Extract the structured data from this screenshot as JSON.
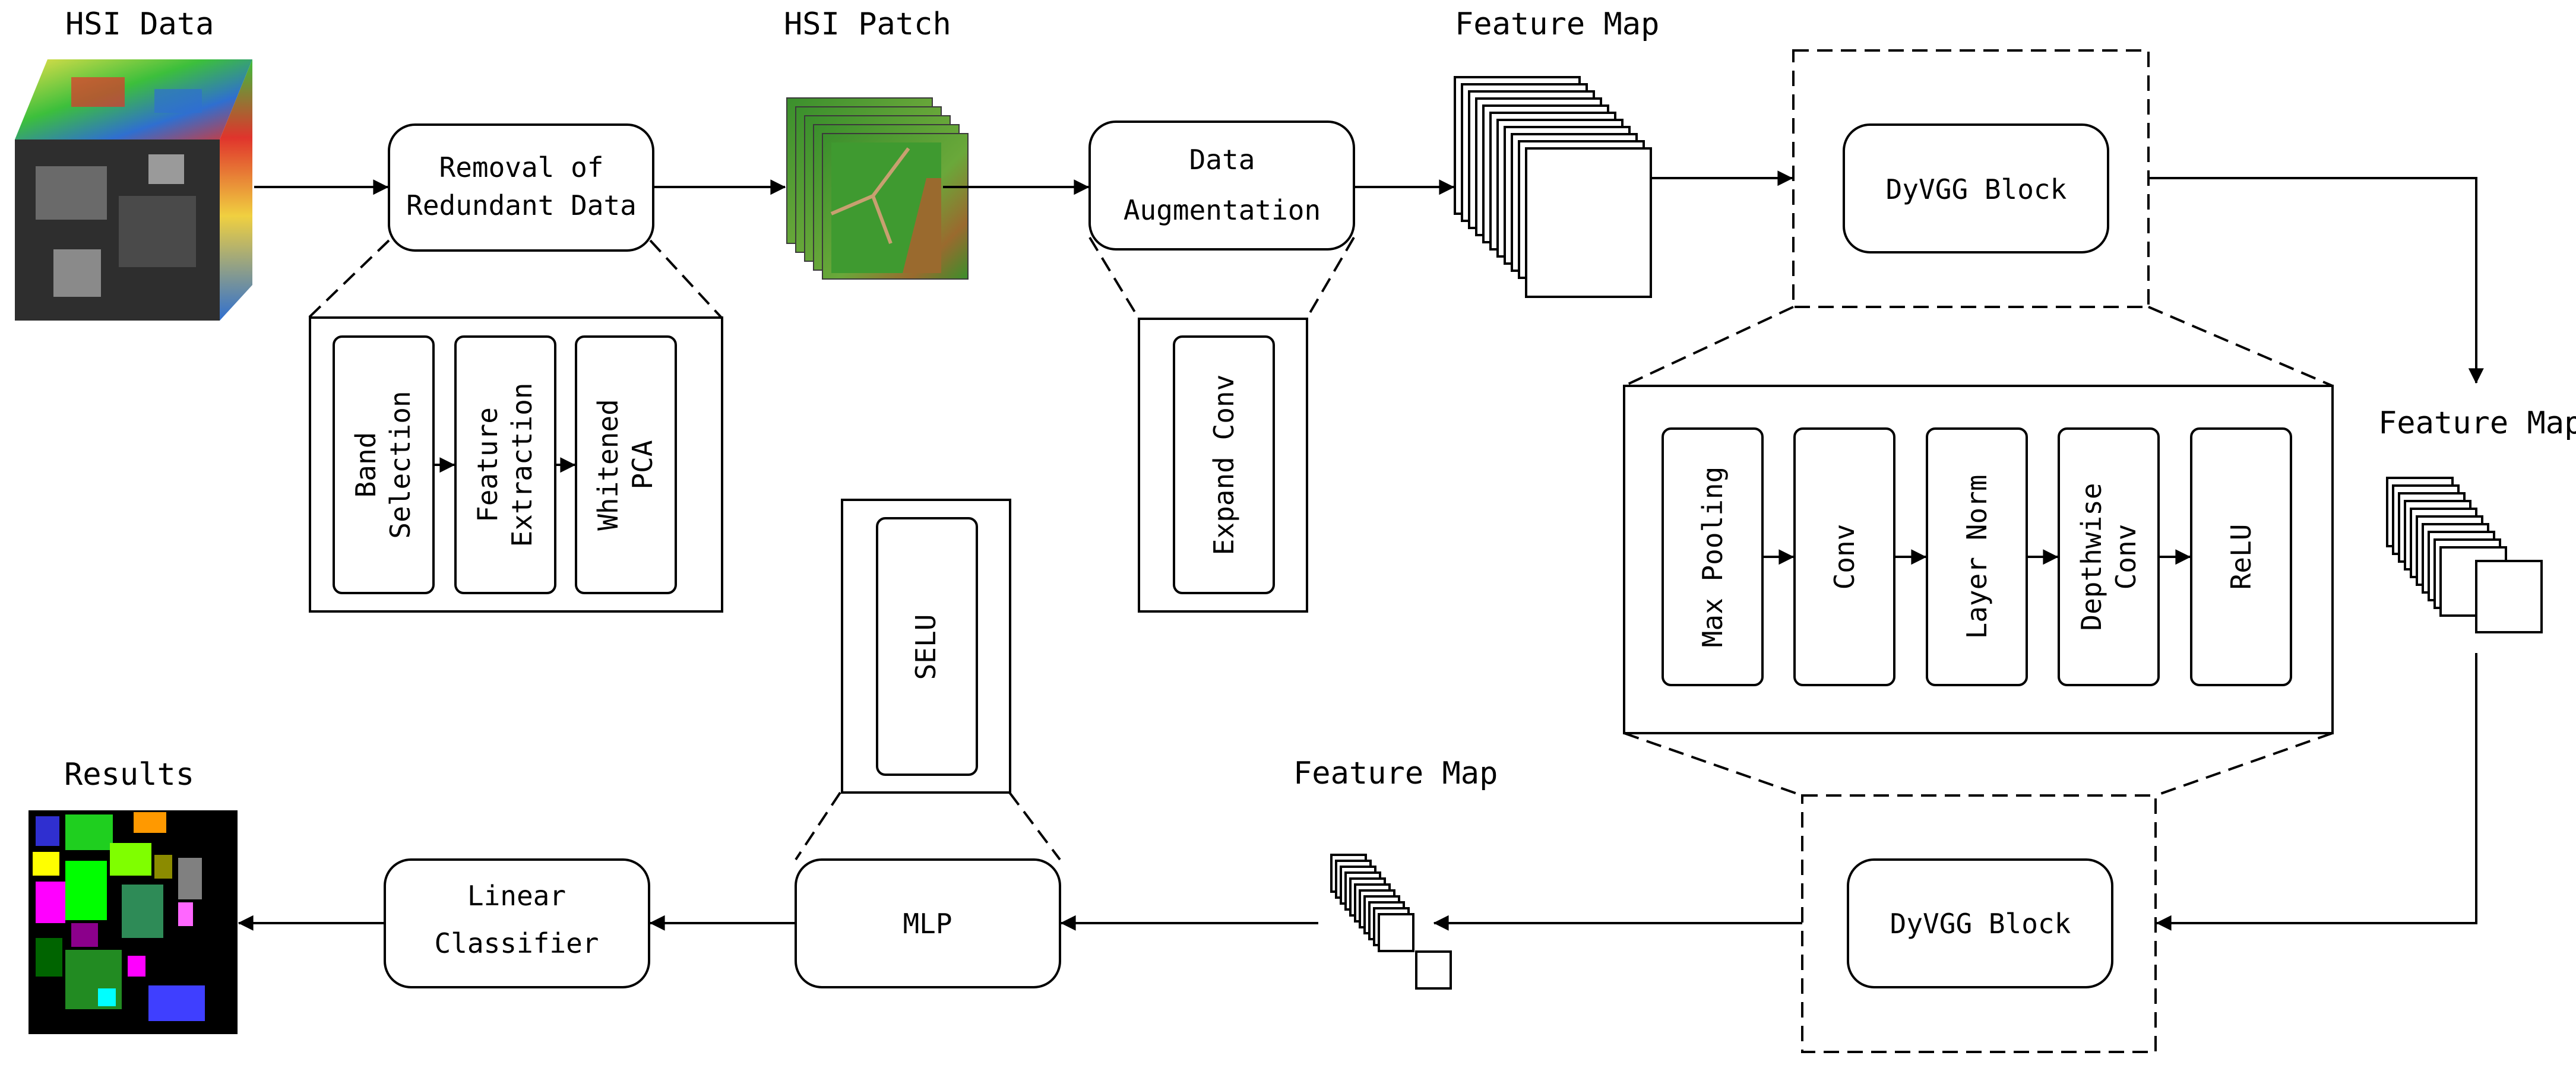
{
  "labels": {
    "hsi_data": "HSI Data",
    "hsi_patch": "HSI Patch",
    "feature_map_1": "Feature Map",
    "feature_map_2": "Feature Map",
    "feature_map_3": "Feature Map",
    "results": "Results"
  },
  "nodes": {
    "removal_line1": "Removal of",
    "removal_line2": "Redundant Data",
    "augment_line1": "Data",
    "augment_line2": "Augmentation",
    "dyvgg_top": "DyVGG Block",
    "dyvgg_bottom": "DyVGG Block",
    "mlp": "MLP",
    "linear_line1": "Linear",
    "linear_line2": "Classifier"
  },
  "removal_steps": [
    {
      "line1": "Band",
      "line2": "Selection"
    },
    {
      "line1": "Feature",
      "line2": "Extraction"
    },
    {
      "line1": "Whitened",
      "line2": "PCA"
    }
  ],
  "expand": {
    "label": "Expand Conv"
  },
  "dyvgg_steps": [
    {
      "line1": "Max Pooling",
      "line2": ""
    },
    {
      "line1": "Conv",
      "line2": ""
    },
    {
      "line1": "Layer Norm",
      "line2": ""
    },
    {
      "line1": "Depthwise",
      "line2": "Conv"
    },
    {
      "line1": "ReLU",
      "line2": ""
    }
  ],
  "mlp_detail": {
    "label": "SELU"
  },
  "colors": {
    "stroke": "#000000",
    "background": "#ffffff",
    "hsi_cube_top": "#3cbf3c",
    "hsi_cube_side": "#e0342c",
    "hsi_cube_front": "#2e2e2e",
    "patch_green": "#3a8f2c",
    "patch_brown": "#9a6a2e",
    "results_bg": "#000000"
  }
}
